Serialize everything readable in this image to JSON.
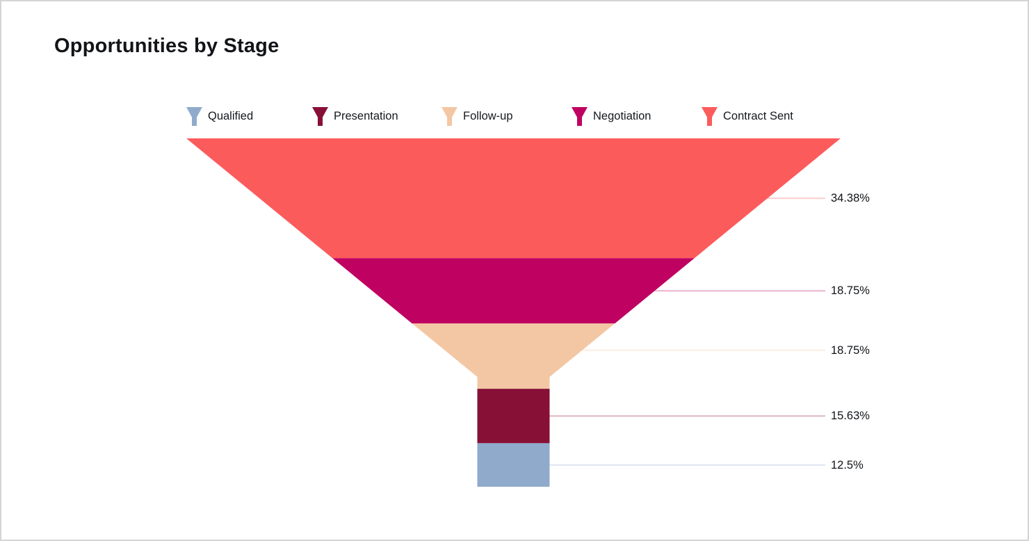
{
  "title": "Opportunities by Stage",
  "chart_data": {
    "type": "funnel",
    "title": "Opportunities by Stage",
    "legend_position": "top",
    "legend": [
      "Qualified",
      "Presentation",
      "Follow-up",
      "Negotiation",
      "Contract Sent"
    ],
    "order_top_to_bottom": [
      "Contract Sent",
      "Negotiation",
      "Follow-up",
      "Presentation",
      "Qualified"
    ],
    "stages": [
      {
        "label": "Qualified",
        "percent": 12.5,
        "display": "12.5%",
        "color": "#90AACC"
      },
      {
        "label": "Presentation",
        "percent": 15.63,
        "display": "15.63%",
        "color": "#871037"
      },
      {
        "label": "Follow-up",
        "percent": 18.75,
        "display": "18.75%",
        "color": "#F3C7A4"
      },
      {
        "label": "Negotiation",
        "percent": 18.75,
        "display": "18.75%",
        "color": "#BF0161"
      },
      {
        "label": "Contract Sent",
        "percent": 34.38,
        "display": "34.38%",
        "color": "#FC5B5C"
      }
    ]
  }
}
